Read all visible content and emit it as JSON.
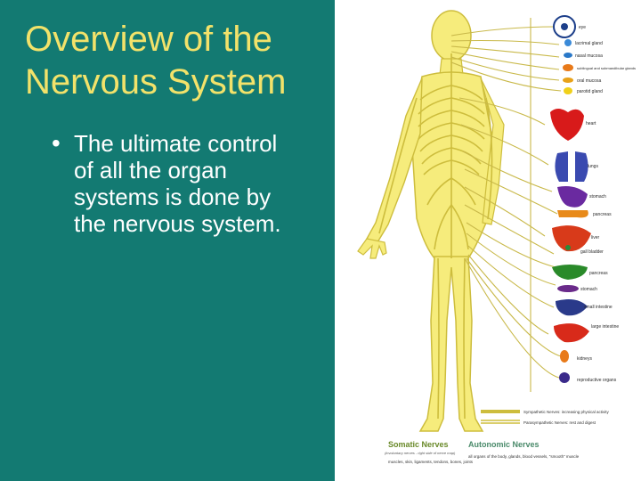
{
  "slide": {
    "title": "Overview of the Nervous System",
    "bullets": [
      "The ultimate control of all the organ systems is done by the nervous system."
    ],
    "bullet_symbol": "•"
  },
  "figure": {
    "organ_labels": [
      "eye",
      "lacrimal gland",
      "nasal mucosa",
      "sublingual and submandibular glands",
      "oral mucosa",
      "parotid gland",
      "heart",
      "lungs",
      "stomach",
      "pancreas",
      "liver",
      "gall bladder",
      "pancreas",
      "stomach",
      "small intestine",
      "large intestine",
      "kidneys",
      "reproductive organs"
    ],
    "legend": {
      "sympathetic": "Sympathetic Nerves: increasing physical activity",
      "parasympathetic": "Parasympathetic Nerves: rest and digest",
      "somatic_heading": "Somatic Nerves",
      "somatic_sub": "(involuntary nerves - right side of nerve map)",
      "somatic_text": "muscles, skin, ligaments, tendons, bones, joints",
      "autonomic_heading": "Autonomic Nerves",
      "autonomic_text": "all organs of the body, glands, blood vessels, \"smooth\" muscle"
    }
  },
  "colors": {
    "panel": "#137a72",
    "title": "#f2e26a",
    "bullet_text": "#ffffff",
    "nerve_yellow": "#f6ec7c",
    "nerve_outline": "#cdbd3d"
  }
}
